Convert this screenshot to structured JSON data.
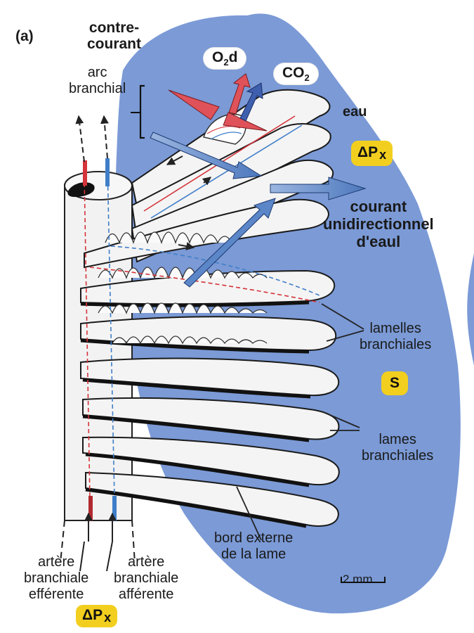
{
  "panel_label": "(a)",
  "labels": {
    "countercurrent": [
      "contre-",
      "courant"
    ],
    "o2d": {
      "base": "O",
      "sub": "2",
      "tail": "d"
    },
    "co2": {
      "base": "CO",
      "sub": "2"
    },
    "water": "eau",
    "gill_arch": [
      "arc",
      "branchial"
    ],
    "unidirectional_flow": [
      "courant",
      "unidirectionnel",
      "d'eaul"
    ],
    "lamellae": [
      "lamelles",
      "branchiales"
    ],
    "filaments": [
      "lames",
      "branchiales"
    ],
    "filament_edge": [
      "bord externe",
      "de la lame"
    ],
    "efferent_artery": [
      "artère",
      "branchiale",
      "efférente"
    ],
    "afferent_artery": [
      "artère",
      "branchiale",
      "afférente"
    ],
    "scale": "2 mm"
  },
  "badges": {
    "pressure_top": {
      "symbol": "ΔP",
      "sub": "x"
    },
    "surface": "S",
    "pressure_bottom": {
      "symbol": "ΔP",
      "sub": "x"
    }
  },
  "colors": {
    "water_background": "#7b9ad6",
    "badge": "#f2cf1f",
    "efferent_blood": "#d4343a",
    "afferent_blood": "#3f7ec8",
    "flow_arrow": "#5b86c8",
    "gill_fill": "#f4f4f4"
  }
}
